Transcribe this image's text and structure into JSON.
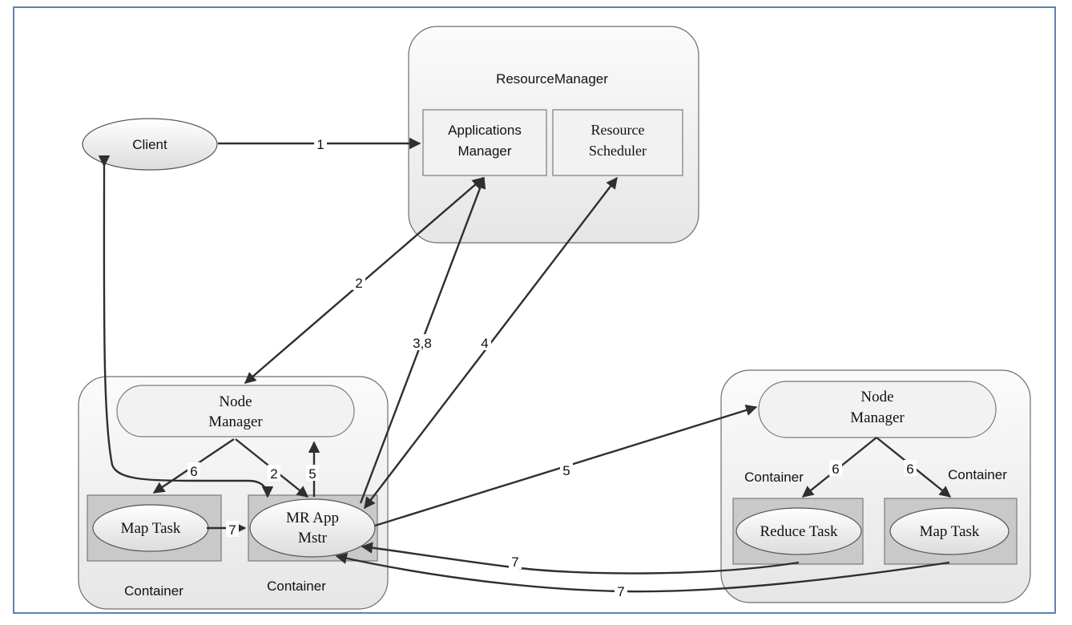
{
  "resource_manager": {
    "title": "ResourceManager",
    "applications_manager": [
      "Applications",
      "Manager"
    ],
    "resource_scheduler": [
      "Resource",
      "Scheduler"
    ]
  },
  "client": {
    "label": "Client"
  },
  "node_left": {
    "node_manager": [
      "Node",
      "Manager"
    ],
    "map_task": "Map Task",
    "mr_app_master": [
      "MR App",
      "Mstr"
    ],
    "container_left": "Container",
    "container_right": "Container"
  },
  "node_right": {
    "node_manager": [
      "Node",
      "Manager"
    ],
    "container_left": "Container",
    "container_right": "Container",
    "reduce_task": "Reduce Task",
    "map_task": "Map Task"
  },
  "edge_labels": {
    "e1": "1",
    "e2_top": "2",
    "e38": "3,8",
    "e4": "4",
    "e5_right": "5",
    "e6_left": "6",
    "e2_node": "2",
    "e5_node": "5",
    "e7_left": "7",
    "e6_right_a": "6",
    "e6_right_b": "6",
    "e7_bottom_a": "7",
    "e7_bottom_b": "7"
  }
}
